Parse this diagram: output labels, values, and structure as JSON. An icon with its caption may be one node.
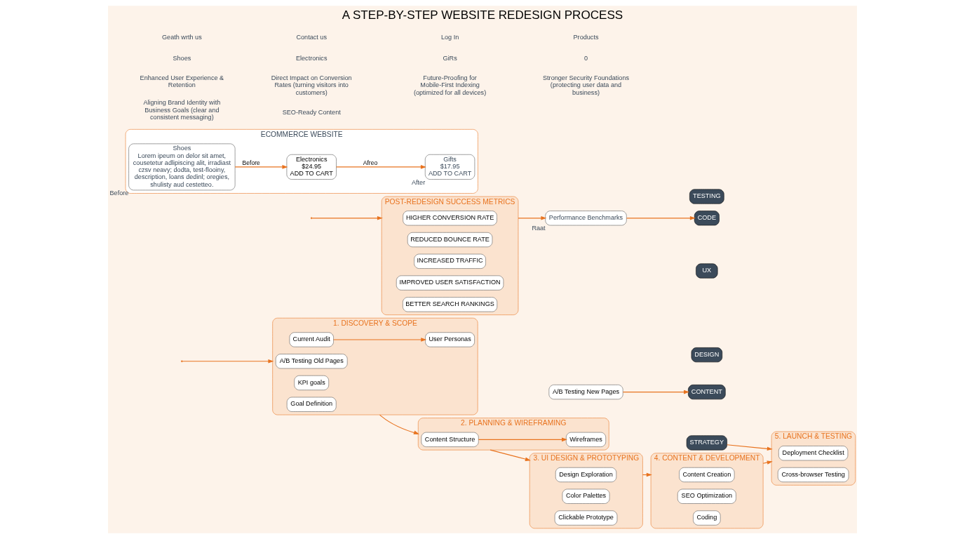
{
  "diagram": {
    "title": "A STEP-BY-STEP WEBSITE REDESIGN PROCESS",
    "nodes": [
      {
        "text": [
          "1. DISCOVERY & SCOPE"
        ]
      },
      {
        "text": [
          "A/B Testing Old Pages"
        ],
        "in": 0
      },
      {
        "text": [
          "Current Audit"
        ],
        "in": 0
      },
      {
        "text": [
          "User Personas"
        ],
        "in": 0
      },
      {
        "text": [
          "KPI goals"
        ],
        "in": 0
      },
      {
        "text": [
          "Goal Definition"
        ],
        "in": 0
      },
      {
        "text": [
          "2. PLANNING & WIREFRAMING"
        ]
      },
      {
        "text": [
          "Content Structure"
        ],
        "in": 6
      },
      {
        "text": [
          "Wireframes"
        ],
        "in": 6
      },
      {
        "text": [
          "3. UI DESIGN & PROTOTYPING"
        ]
      },
      {
        "text": [
          "Design Exploration"
        ],
        "in": 9
      },
      {
        "text": [
          "Color Palettes"
        ],
        "in": 9
      },
      {
        "text": [
          "Clickable Prototype"
        ],
        "in": 9
      },
      {
        "text": [
          "4. CONTENT & DEVELOPMENT"
        ]
      },
      {
        "text": [
          "Content Creation"
        ],
        "in": 13
      },
      {
        "text": [
          "SEO Optimization"
        ],
        "in": 13
      },
      {
        "text": [
          "Coding"
        ],
        "in": 13
      },
      {
        "text": [
          "5. LAUNCH & TESTING"
        ]
      },
      {
        "text": [
          "Deployment Checklist"
        ],
        "in": 17
      },
      {
        "text": [
          "Cross-browser Testing"
        ],
        "in": 17
      },
      {
        "text": [
          "STRATEGY"
        ]
      },
      {
        "text": [
          "CONTENT"
        ]
      },
      {
        "text": [
          "DESIGN"
        ]
      },
      {
        "text": [
          "UX"
        ]
      },
      {
        "text": [
          "CODE"
        ]
      },
      {
        "text": [
          "TESTING"
        ]
      },
      {
        "text": [
          "A/B Testing New Pages"
        ]
      },
      {
        "text": [
          "Performance Benchmarks"
        ],
        "beside": [
          "Raat"
        ]
      },
      {
        "text": [
          "POST-REDESIGN SUCCESS METRICS"
        ]
      },
      {
        "text": [
          "HIGHER CONVERSION RATE"
        ],
        "in": 28
      },
      {
        "text": [
          "REDUCED BOUNCE RATE"
        ],
        "in": 28
      },
      {
        "text": [
          "INCREASED TRAFFIC"
        ],
        "in": 28
      },
      {
        "text": [
          "IMPROVED USER SATISFACTION"
        ],
        "in": 28
      },
      {
        "text": [
          "BETTER SEARCH RANKINGS"
        ],
        "in": 28
      },
      {
        "text": [
          "ECOMMERCE WEBSITE"
        ]
      },
      {
        "text": [
          "Shoes",
          "Lorem ipeum on delor sit amet, cousetetur adlipiscing alit, irradiast czsv neavy; dodta, test-flooiny, description, loans dedinl; oregies, shulisty aud cestetteo."
        ],
        "in": 34,
        "beside": [
          "Before"
        ]
      },
      {
        "text": [
          "Electronics",
          "$24.95",
          "ADD TO CART"
        ],
        "in": 34
      },
      {
        "text": [
          "Gifts",
          "$17.95",
          "ADD TO CART"
        ],
        "in": 34,
        "beside": [
          "After"
        ]
      }
    ],
    "edges": [
      {
        "from": 2,
        "to": 3,
        "arrow": "to"
      },
      {
        "from": 0,
        "to": 6,
        "arrow": "to"
      },
      {
        "from": 7,
        "to": 8,
        "arrow": "to"
      },
      {
        "from": 6,
        "to": 9,
        "arrow": "to"
      },
      {
        "from": 9,
        "to": 13,
        "arrow": "to"
      },
      {
        "from": 13,
        "to": 17,
        "arrow": "to"
      },
      {
        "from": 20,
        "to": 17,
        "arrow": "to"
      },
      {
        "from": 26,
        "to": 21,
        "arrow": "to"
      },
      {
        "from": 27,
        "to": 24,
        "arrow": "to"
      },
      {
        "from": 28,
        "to": 27,
        "arrow": "to"
      },
      {
        "from": null,
        "to": 0,
        "arrow": "to"
      },
      {
        "from": null,
        "to": 28,
        "arrow": "to"
      },
      {
        "from": 35,
        "to": 36,
        "label": "Before",
        "arrow": "to"
      },
      {
        "from": 36,
        "to": 37,
        "label": "Afreo",
        "arrow": "to"
      }
    ],
    "labels": [
      "Geath wrth us",
      "Contact us",
      "Log In",
      "Products",
      "Shoes",
      "Electronics",
      "GiRs",
      "0",
      "Enhanced User Experience & Retention",
      "Direct Impact on Conversion Rates (turning visitors into customers)",
      "Future-Proofing for Mobile-First Indexing (optimized for all devices)",
      "Stronger Security Foundations (protecting user data and business)",
      "Aligning Brand Identity with Business Goals (clear and consistent messaging)",
      "SEO-Ready Content"
    ]
  }
}
